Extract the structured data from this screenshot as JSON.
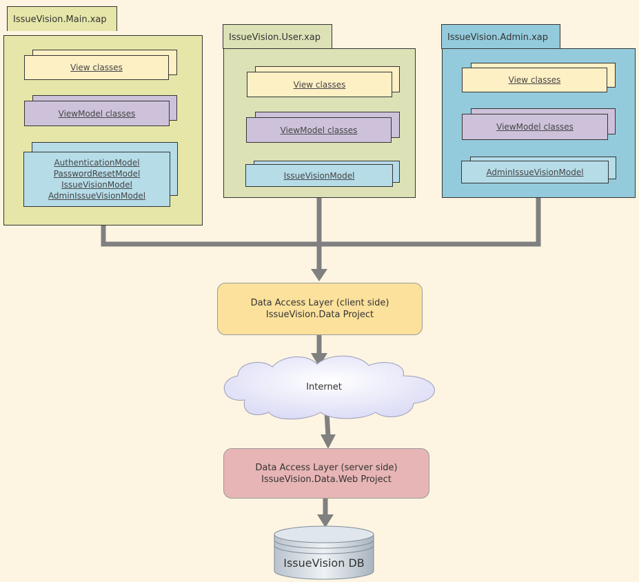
{
  "modules": {
    "main": {
      "title": "IssueVision.Main.xap",
      "view": "View classes",
      "viewmodel": "ViewModel classes",
      "models": [
        "AuthenticationModel",
        "PasswordResetModel",
        "IssueVisionModel",
        "AdminIssueVisionModel"
      ]
    },
    "user": {
      "title": "IssueVision.User.xap",
      "view": "View classes",
      "viewmodel": "ViewModel classes",
      "model": "IssueVisionModel"
    },
    "admin": {
      "title": "IssueVision.Admin.xap",
      "view": "View classes",
      "viewmodel": "ViewModel classes",
      "model": "AdminIssueVisionModel"
    }
  },
  "dal_client": {
    "line1": "Data Access Layer (client side)",
    "line2": "IssueVision.Data Project"
  },
  "internet": "Internet",
  "dal_server": {
    "line1": "Data Access Layer (server side)",
    "line2": "IssueVision.Data.Web Project"
  },
  "database": "IssueVision DB",
  "colors": {
    "background": "#fdf5e2",
    "main_panel": "#e6e6a9",
    "user_panel": "#dce2b6",
    "admin_panel": "#94cbdc",
    "view": "#fdf0c5",
    "viewmodel": "#cec2db",
    "model": "#b6dce8",
    "dal_client": "#fbe19c",
    "dal_server": "#e7b5b5",
    "connector": "#808080"
  }
}
